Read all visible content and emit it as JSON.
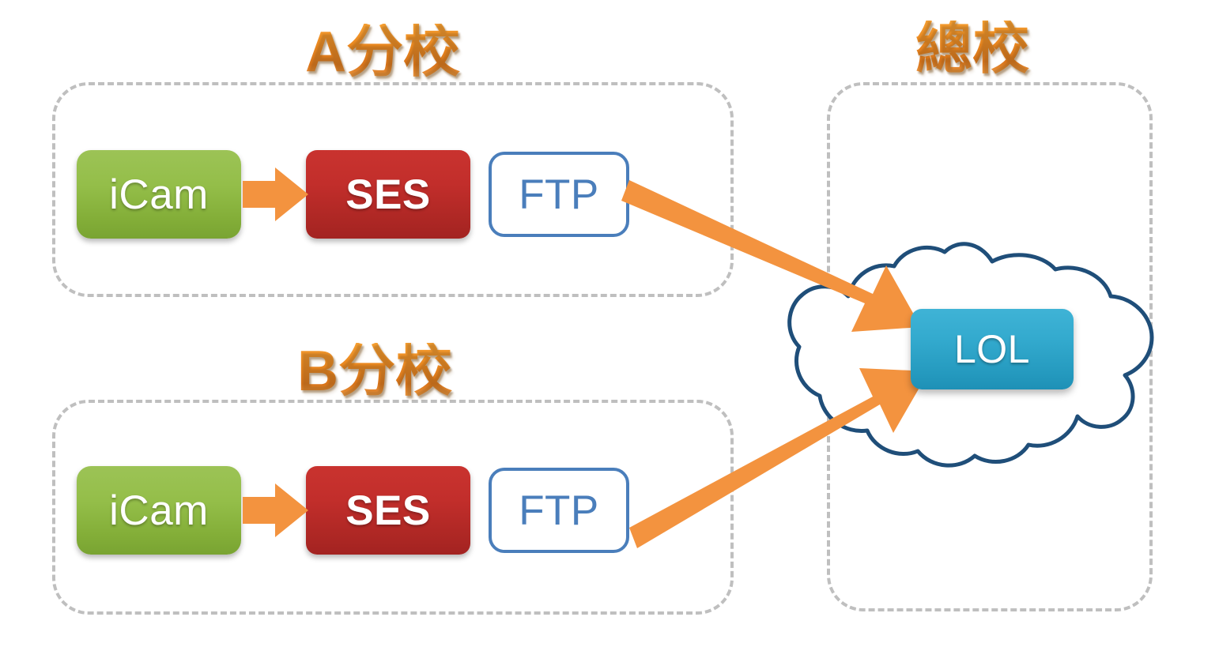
{
  "diagram": {
    "title": "Branch campuses to main campus cloud upload topology",
    "colors": {
      "accent_orange": "#F3933F",
      "zone_border_gray": "#BFBFBF",
      "title_orange": "#E8851C",
      "icam_green": "#8FBC45",
      "ses_red": "#BE2E2A",
      "ftp_blue": "#4A7EBB",
      "lol_teal": "#2CA4C6",
      "cloud_outline": "#1F4E79"
    },
    "zones": [
      {
        "id": "zone-a",
        "label": "A分校",
        "nodes": [
          {
            "id": "icam-a",
            "label": "iCam",
            "kind": "camera-node"
          },
          {
            "id": "ses-a",
            "label": "SES",
            "kind": "server-node"
          },
          {
            "id": "ftp-a",
            "label": "FTP",
            "kind": "ftp-node"
          }
        ]
      },
      {
        "id": "zone-b",
        "label": "B分校",
        "nodes": [
          {
            "id": "icam-b",
            "label": "iCam",
            "kind": "camera-node"
          },
          {
            "id": "ses-b",
            "label": "SES",
            "kind": "server-node"
          },
          {
            "id": "ftp-b",
            "label": "FTP",
            "kind": "ftp-node"
          }
        ]
      },
      {
        "id": "zone-hq",
        "label": "總校",
        "nodes": [
          {
            "id": "lol",
            "label": "LOL",
            "kind": "cloud-service-node"
          }
        ],
        "cloud": {
          "label": "",
          "kind": "cloud-shape"
        }
      }
    ],
    "connections": [
      {
        "id": "icam-a-to-ses-a",
        "from": "icam-a",
        "to": "ses-a",
        "style": "block-arrow",
        "color": "#F3933F"
      },
      {
        "id": "icam-b-to-ses-b",
        "from": "icam-b",
        "to": "ses-b",
        "style": "block-arrow",
        "color": "#F3933F"
      },
      {
        "id": "ftp-a-to-lol",
        "from": "ftp-a",
        "to": "lol",
        "style": "long-arrow",
        "color": "#F3933F"
      },
      {
        "id": "ftp-b-to-lol",
        "from": "ftp-b",
        "to": "lol",
        "style": "long-arrow",
        "color": "#F3933F"
      }
    ]
  }
}
